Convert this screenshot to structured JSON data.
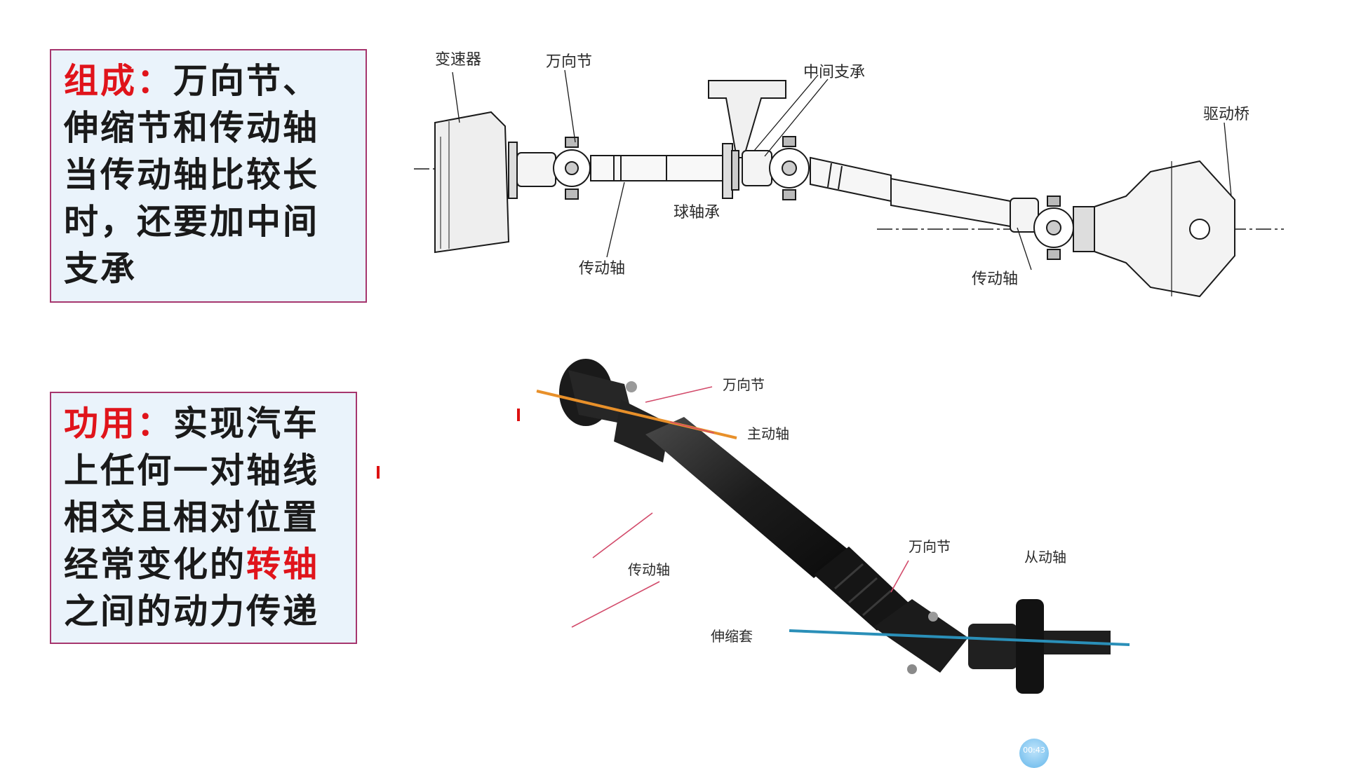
{
  "composition_box": {
    "heading": "组成：",
    "text": "万向节、伸缩节和传动轴当传动轴比较长时，还要加中间支承"
  },
  "function_box": {
    "heading": "功用：",
    "text_before": "实现汽车上任何一对轴线相交且相对位置经常变化的",
    "highlight": "转轴",
    "text_after": "之间的动力传递"
  },
  "top_diagram": {
    "labels": {
      "transmission": "变速器",
      "universal_joint": "万向节",
      "center_support": "中间支承",
      "drive_axle": "驱动桥",
      "ball_bearing": "球轴承",
      "drive_shaft_left": "传动轴",
      "drive_shaft_right": "传动轴"
    }
  },
  "bottom_diagram": {
    "labels": {
      "universal_joint_top": "万向节",
      "driving_shaft": "主动轴",
      "drive_shaft": "传动轴",
      "universal_joint_bottom": "万向节",
      "driven_shaft": "从动轴",
      "slip_sleeve": "伸缩套"
    }
  },
  "timer_badge": "00:43",
  "colors": {
    "highlight": "#e0141b",
    "box_border": "#a6366e",
    "box_fill": "#eaf3fb",
    "axis_orange": "#e8902a",
    "axis_blue": "#2a8fb8"
  }
}
